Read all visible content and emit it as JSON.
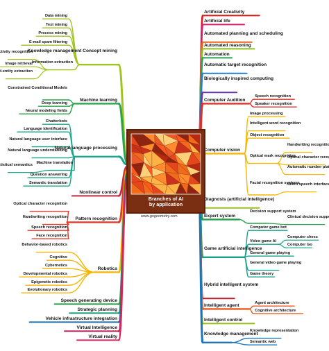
{
  "diagram": {
    "center": {
      "title": "Branches of AI\nby application"
    },
    "caption": "www.gogeometry.com",
    "left": [
      {
        "label": "Knowledge\nmanagement\nConcept mining",
        "color": "#9fc31f",
        "children": [
          "Data mining",
          "Text mining",
          "Process mining",
          "E-mail spam filtering",
          {
            "label": "Information\nextraction",
            "children": [
              "Activity\nrecognition",
              "Image retrieval",
              "Named-entity\nextraction"
            ]
          }
        ]
      },
      {
        "label": "Machine learning",
        "color": "#2aa64a",
        "children": [
          "Constrained\nConditional\nModels",
          "Deep learning",
          "Neural modeling fields"
        ]
      },
      {
        "label": "Natural language\nprocessing",
        "color": "#16a889",
        "children": [
          "Chatterbots",
          "Language identification",
          "Natural language\nuser interface",
          "Natural language\nunderstanding",
          {
            "label": "Machine\ntranslation",
            "children": [
              "Statistical\nsemantics"
            ]
          },
          "Question answering",
          "Semantic translation"
        ]
      },
      {
        "label": "Nonlinear control",
        "color": "#c0263e",
        "children": []
      },
      {
        "label": "Pattern recognition",
        "color": "#e2392a",
        "children": [
          "Optical character\nrecognition",
          "Handwriting\nrecognition",
          "Speech recognition",
          "Face recognition"
        ]
      },
      {
        "label": "Robotics",
        "color": "#f7b500",
        "children": [
          "Behavior-based\nrobotics",
          "Cognitive",
          "Cybernetics",
          "Developmental robotics",
          "Epigenetic robotics",
          "Evolutionary robotics"
        ]
      },
      {
        "label": "Speech generating device",
        "color": "#22a043",
        "children": []
      },
      {
        "label": "Strategic planning",
        "color": "#169b6c",
        "children": []
      },
      {
        "label": "Vehicle infrastructure integration",
        "color": "#1e6fa8",
        "children": []
      },
      {
        "label": "Virtual Intelligence",
        "color": "#b41e57",
        "children": []
      },
      {
        "label": "Virtual reality",
        "color": "#d8265a",
        "children": []
      }
    ],
    "right": [
      {
        "label": "Artificial Creativity",
        "color": "#d91c1c",
        "children": []
      },
      {
        "label": "Artificial life",
        "color": "#d91c6b",
        "children": []
      },
      {
        "label": "Automated planning\nand scheduling",
        "color": "#e7641c",
        "children": []
      },
      {
        "label": "Automated reasoning",
        "color": "#8fbf1a",
        "children": []
      },
      {
        "label": "Automation",
        "color": "#27a24f",
        "children": []
      },
      {
        "label": "Automatic target\nrecognition",
        "color": "#2a7fc8",
        "children": []
      },
      {
        "label": "Biologically\ninspired\ncomputing",
        "color": "#6a39a8",
        "children": []
      },
      {
        "label": "Computer Audition",
        "color": "#e0302a",
        "children": [
          "Speech recognition",
          "Speaker recognition"
        ]
      },
      {
        "label": "Computer vision",
        "color": "#f4b800",
        "children": [
          "Image processing",
          "Intelligent word\nrecognition",
          "Object recognition",
          {
            "label": "Optical mark\nrecognition",
            "children": [
              "Handwriting\nrecognition",
              "Optical character\nrecognition",
              "Automatic number\nplate recognition"
            ]
          },
          {
            "label": "Facial\nrecognition\nsystems",
            "children": [
              "Silent speech\ninterface"
            ]
          }
        ]
      },
      {
        "label": "Diagnosis (artificial\nintelligence)",
        "color": "#98c21c",
        "children": []
      },
      {
        "label": "Expert system",
        "color": "#23a04a",
        "children": [
          {
            "label": "Decision\nsupport\nsystem",
            "children": [
              "Clinical decision\nsupport system"
            ]
          }
        ]
      },
      {
        "label": "Game artificial\nintelligence",
        "color": "#16a089",
        "children": [
          "Computer game bot",
          {
            "label": "Video game AI",
            "children": [
              "Computer chess",
              "Computer Go"
            ]
          },
          "General game playing",
          "General video\ngame playing",
          "Game theory"
        ]
      },
      {
        "label": "Hybrid\nintelligent\nsystem",
        "color": "#c11f2c",
        "children": []
      },
      {
        "label": "Intelligent agent",
        "color": "#e8571c",
        "children": [
          "Agent architecture",
          "Cognitive architecture"
        ]
      },
      {
        "label": "Intelligent control",
        "color": "#9cc11d",
        "children": []
      },
      {
        "label": "Knowledge\nmanagement",
        "color": "#1e74b8",
        "children": [
          "Knowledge\nrepresentation",
          "Semantic web"
        ]
      }
    ]
  }
}
